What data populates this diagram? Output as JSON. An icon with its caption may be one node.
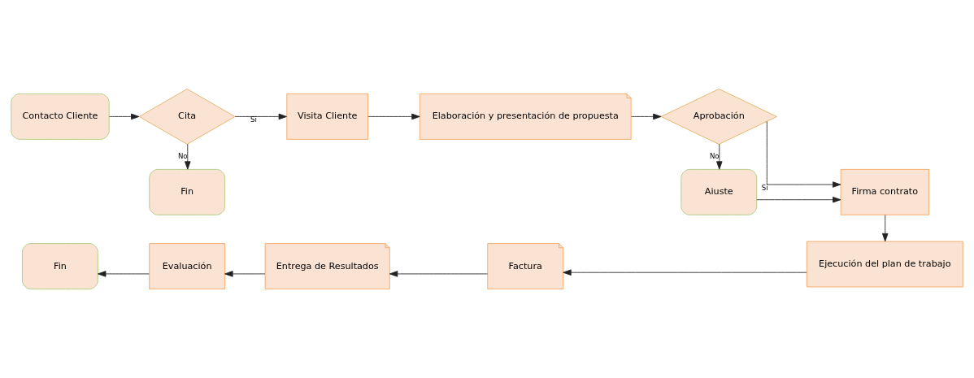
{
  "diagram": {
    "nodes": [
      {
        "text": [
          "Contacto Cliente"
        ]
      },
      {
        "text": [
          "Cita"
        ]
      },
      {
        "text": [
          "Visita Cliente"
        ]
      },
      {
        "text": [
          "Elaboración y presentación de propuesta"
        ]
      },
      {
        "text": [
          "Aprobación"
        ]
      },
      {
        "text": [
          "Firma contrato"
        ]
      },
      {
        "text": [
          "Fin"
        ]
      },
      {
        "text": [
          "Aiuste"
        ]
      },
      {
        "text": [
          "Ejecución del plan de trabajo"
        ]
      },
      {
        "text": [
          "Factura"
        ]
      },
      {
        "text": [
          "Entrega de Resultados"
        ]
      },
      {
        "text": [
          "Evaluación"
        ]
      },
      {
        "text": [
          "Fin"
        ]
      }
    ],
    "edges": [
      {
        "from": 0,
        "to": 1,
        "arrow": "to"
      },
      {
        "from": 1,
        "to": 2,
        "arrow": "to",
        "label": "Si"
      },
      {
        "from": 1,
        "to": 6,
        "arrow": "to",
        "label": "No"
      },
      {
        "from": 2,
        "to": 3,
        "arrow": "to"
      },
      {
        "from": 3,
        "to": 4,
        "arrow": "to"
      },
      {
        "from": 4,
        "to": 5,
        "arrow": "to",
        "label": "Si"
      },
      {
        "from": 4,
        "to": 7,
        "arrow": "to",
        "label": "No"
      },
      {
        "from": 7,
        "to": 5,
        "arrow": "to"
      },
      {
        "from": 5,
        "to": 8,
        "arrow": "to"
      },
      {
        "from": 8,
        "to": 9,
        "arrow": "to"
      },
      {
        "from": 9,
        "to": 10,
        "arrow": "to"
      },
      {
        "from": 10,
        "to": 11,
        "arrow": "to"
      },
      {
        "from": 11,
        "to": 12,
        "arrow": "to"
      }
    ]
  }
}
